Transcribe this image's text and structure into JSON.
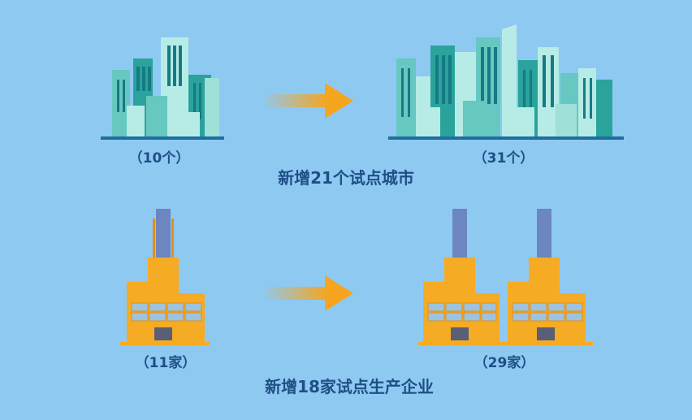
{
  "colors": {
    "background": "#8ec9f2",
    "building_dark": "#2aa39d",
    "building_light": "#b6ece5",
    "building_mid": "#66c8c0",
    "window": "#167a85",
    "arrow": "#f6a51f",
    "factory_body": "#f5ab24",
    "factory_dark": "#e58f12",
    "chimney": "#6b86c0",
    "text": "#1f4f86"
  },
  "cities": {
    "before_label": "（10个）",
    "after_label": "（31个）",
    "caption": "新增21个试点城市"
  },
  "factories": {
    "before_label": "（11家）",
    "after_label": "（29家）",
    "caption": "新增18家试点生产企业"
  },
  "icons": [
    "city-skyline-icon",
    "arrow-right-icon",
    "factory-icon"
  ]
}
